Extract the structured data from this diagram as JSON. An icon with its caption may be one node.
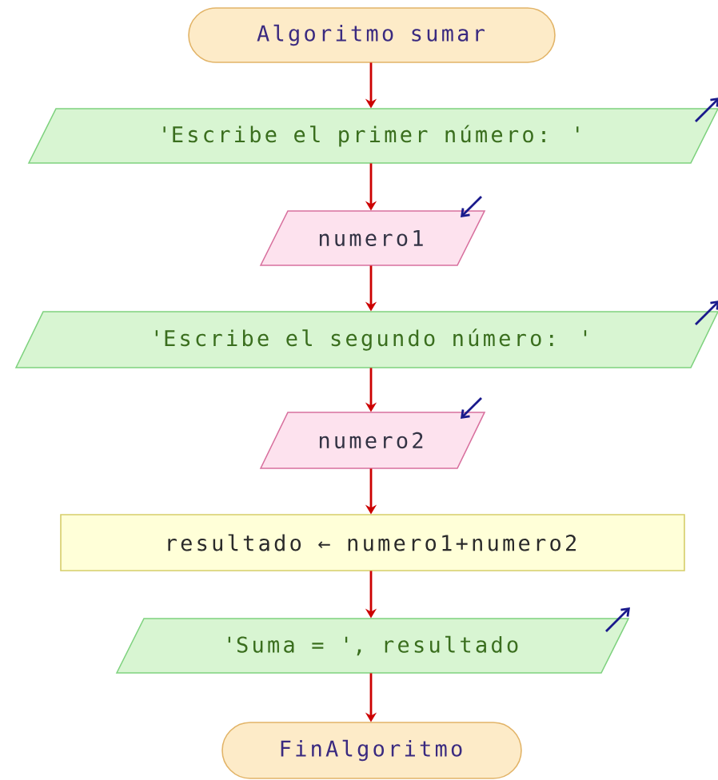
{
  "diagram": {
    "nodes": [
      {
        "text": [
          "Algoritmo sumar"
        ]
      },
      {
        "text": [
          "'Escribe el primer número: '"
        ]
      },
      {
        "text": [
          "numero1"
        ]
      },
      {
        "text": [
          "'Escribe el segundo número: '"
        ]
      },
      {
        "text": [
          "numero2"
        ]
      },
      {
        "text": [
          "resultado ← numero1+numero2"
        ]
      },
      {
        "text": [
          "'Suma = ', resultado"
        ]
      },
      {
        "text": [
          "FinAlgoritmo"
        ]
      }
    ],
    "edges": [
      {
        "from": 0,
        "to": 1,
        "arrow": "to"
      },
      {
        "from": 1,
        "to": 2,
        "arrow": "to"
      },
      {
        "from": 2,
        "to": 3,
        "arrow": "to"
      },
      {
        "from": 3,
        "to": 4,
        "arrow": "to"
      },
      {
        "from": 4,
        "to": 5,
        "arrow": "to"
      },
      {
        "from": 5,
        "to": 6,
        "arrow": "to"
      },
      {
        "from": 6,
        "to": 7,
        "arrow": "to"
      }
    ]
  }
}
